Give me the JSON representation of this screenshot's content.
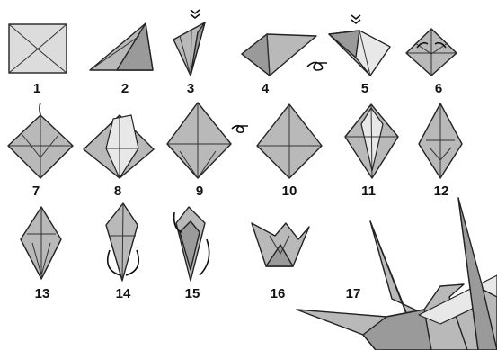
{
  "title": "",
  "steps": [
    {
      "number": "1"
    },
    {
      "number": "2"
    },
    {
      "number": "3"
    },
    {
      "number": "4"
    },
    {
      "number": "5"
    },
    {
      "number": "6"
    },
    {
      "number": "7"
    },
    {
      "number": "8"
    },
    {
      "number": "9"
    },
    {
      "number": "10"
    },
    {
      "number": "11"
    },
    {
      "number": "12"
    },
    {
      "number": "13"
    },
    {
      "number": "14"
    },
    {
      "number": "15"
    },
    {
      "number": "16"
    },
    {
      "number": "17"
    }
  ],
  "icons": {
    "fold_marker": "double-chevron-down-icon",
    "turn_over": "turn-over-icon"
  },
  "colors": {
    "paper": "#b9b9b9",
    "paper_shadow": "#9a9a9a",
    "paper_light": "#e8e8e8",
    "outline": "#222222"
  }
}
